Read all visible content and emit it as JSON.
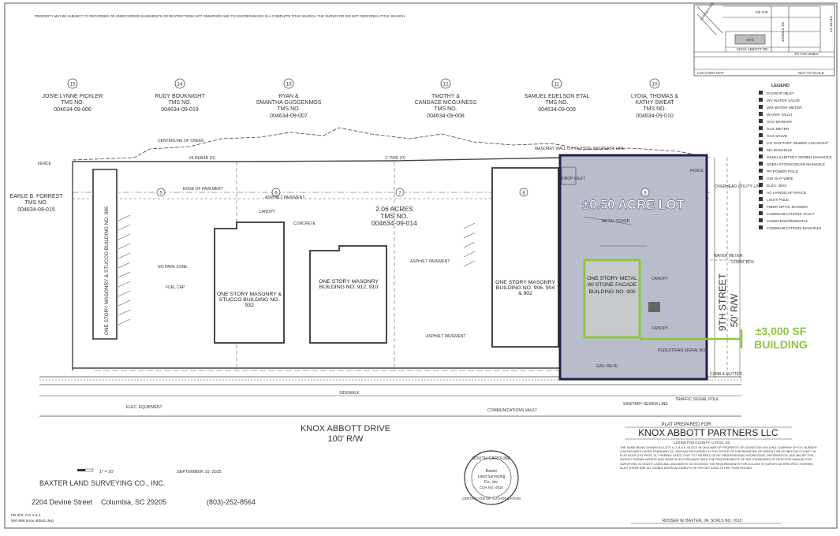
{
  "header_notes": "PROPERTY MAY BE SUBJECT TO RECORDED OR UNRECORDED EASEMENTS OR RESTRICTIONS NOT OBSERVED AND TO DISCREPANCIES IN A COMPLETE TITLE SEARCH. THE SURVEYOR DID NOT PERFORM A TITLE SEARCH.",
  "location_map": {
    "caption_left": "LOCATION MAP",
    "caption_right": "NOT TO SCALE",
    "site": "SITE",
    "road_bottom": "KNOX ABBOTT DR.",
    "to_columbia": "TO COLUMBIA",
    "fifth_ave": "5th AVE",
    "ninth_st": "9th STREET",
    "garden_ave": "GARDEN AVE",
    "state_st": "STATE ST"
  },
  "owners": [
    {
      "num": "15",
      "name": "JOSIE LYNNE PICKLER",
      "tms": "TMS NO.",
      "id": "004634-09-006"
    },
    {
      "num": "14",
      "name": "RUDY BOUKNIGHT",
      "tms": "TMS NO.",
      "id": "004634-09-019"
    },
    {
      "num": "13",
      "name": "RYAN & SMANTHA GUGGENMOS",
      "tms": "TMS NO.",
      "id": "004634-09-007"
    },
    {
      "num": "12",
      "name": "TMOTHY & CANDACE MCGUINESS",
      "tms": "TMS NO.",
      "id": "004634-09-008"
    },
    {
      "num": "11",
      "name": "SAMUEL EDELSON ETAL",
      "tms": "TMS NO.",
      "id": "004634-09-009"
    },
    {
      "num": "10",
      "name": "LYDIA, THOMAS & KATHY SWEAT",
      "tms": "TMS NO.",
      "id": "004634-09-010"
    }
  ],
  "west_owner": {
    "name": "EARLE B. FORREST",
    "tms": "TMS NO.",
    "id": "004634-09-015"
  },
  "parcel": {
    "acres": "2.06 ACRES",
    "tms": "TMS NO.",
    "id": "004634-09-014"
  },
  "lot_label": "±0.50 ACRE LOT",
  "building_callout": {
    "line1": "±3,000 SF",
    "line2": "BUILDING"
  },
  "buildings": [
    {
      "label": "ONE STORY MASONRY & STUCCO BUILDING NO. 986"
    },
    {
      "label": "ONE STORY MASONRY & STUCCO BUILDING NO. 932"
    },
    {
      "label": "ONE STORY MASONRY BUILDING NO. 912, 910"
    },
    {
      "label": "ONE STORY MASONRY BUILDING NO. 906, 904 & 902"
    },
    {
      "label": "ONE STORY METAL W/ STONE FACADE BUILDING NO. 900"
    }
  ],
  "street_east": {
    "name": "9TH STREET",
    "row": "50' R/W"
  },
  "street_south": {
    "name": "KNOX ABBOTT DRIVE",
    "row": "100' R/W"
  },
  "plat": {
    "prepared_for": "PLAT PREPARED FOR",
    "client": "KNOX ABBOTT PARTNERS LLC",
    "location": "LEXINGTON COUNTY, CAYCE, SC"
  },
  "surveyor": {
    "company": "BAXTER LAND SURVEYING CO., INC.",
    "address": "2204 Devine Street",
    "city": "Columbia, SC 29205",
    "phone": "(803)-252-8564",
    "date": "SEPTEMBER 10, 2025",
    "scale": "1\" = 20'",
    "signature": "ROSSER W. BAXTER, JR. SCRLS NO. 7613",
    "file1": "FB 303, PG 3 & 4",
    "file2": "900-986 knox abbott.dwg"
  },
  "seal": {
    "top": "SOUTH CAROLINA",
    "mid1": "Baxter",
    "mid2": "Land Surveying",
    "mid3": "Co., Inc.",
    "num": "COA NO. 0010",
    "bottom": "CERTIFICATE OF AUTHORIZATION"
  },
  "legend_title": "LEGEND",
  "legend": [
    "DI DROP INLET",
    "WV WATER VALVE",
    "WM WATER METER",
    "WATER VAULT",
    "GAS MARKER",
    "GAS METER",
    "GAS VALVE",
    "CO SANITARY SEWER CLEANOUT",
    "MH MANHOLE",
    "SSMH SANITARY SEWER MANHOLE",
    "SDMH STORM DRAIN MANHOLE",
    "PP POWER POLE",
    "GW GUY WIRE",
    "ELEC. BOX",
    "HC HANDICAP SPACE",
    "LIGHT POLE",
    "FIBER OPTIC MARKER",
    "COMMUNICATIONS VAULT",
    "COMM BOX/PEDESTAL",
    "COMMUNICATIONS MANHOLE"
  ],
  "notes_right": "THE SAME BEING SHOWN AS LOTS 6, 7, 8 & 9, BLOCK 46 ON A MAP OF PROPERTY OF LEXINGTON HOLDING COMPANY BY E.E. BURDEN & ASSOCIATES DATED FEBRUARY 22, 1909 AND RECORDED IN THE OFFICE OF THE REGISTER OF DEEDS FOR LEXINGTON COUNTY IN PLAT BOOK 2 AT PAGE 74. I HEREBY STATE THAT TO THE BEST OF MY PROFESSIONAL KNOWLEDGE, INFORMATION, AND BELIEF THE SURVEY SHOWN HEREIN WAS MADE IN ACCORDANCE WITH THE REQUIREMENTS OF THE STANDARDS OF PRACTICE MANUAL FOR SURVEYING IN SOUTH CAROLINA, AND MEETS OR EXCEEDS THE REQUIREMENTS FOR A CLASS 'B' SURVEY AS SPECIFIED THEREIN; ALSO THERE ARE NO VISIBLE ENCROACHMENTS OR PROJECTIONS OTHER THAN SHOWN.",
  "misc_labels": {
    "asphalt": "ASPHALT PAVEMENT",
    "concrete": "CONCRETE",
    "canopy": "CANOPY",
    "fence": "FENCE",
    "sidewalk": "SIDEWALK",
    "fuel_cap": "FUEL CAP",
    "no_park": "NO PARK ZONE",
    "centerline": "CENTERLINE OF CREEK",
    "overhead": "OVERHEAD UTILITY LINE",
    "water_meter": "WATER METER",
    "comm_box": "COMM. BOX",
    "ped_signal": "PEDESTRIAN SIGNAL BOX",
    "curb": "CURB & GUTTER",
    "gas_valve": "GAS VALVE",
    "elec_equip": "ELEC. EQUIPMENT",
    "sewer": "SANITARY SEWER LINE",
    "comm_vault": "COMMUNICATIONS VAULT",
    "rebar": "#4 REBAR (O)",
    "pipe": "1\" PIPE (O)",
    "drop_inlet": "DROP INLET",
    "metal_cover": "METAL COVER",
    "masonry_wall": "MASONRY WALL 0.4' OUTSIDE PROPERTY LINE",
    "edge_pav": "EDGE OF PAVEMENT",
    "signal_pole": "TRAFFIC SIGNAL POLE"
  },
  "colors": {
    "lot_fill": "#b9bccb",
    "lot_border": "#1f2147",
    "bldg_green": "#8dc63f",
    "line": "#444444"
  }
}
